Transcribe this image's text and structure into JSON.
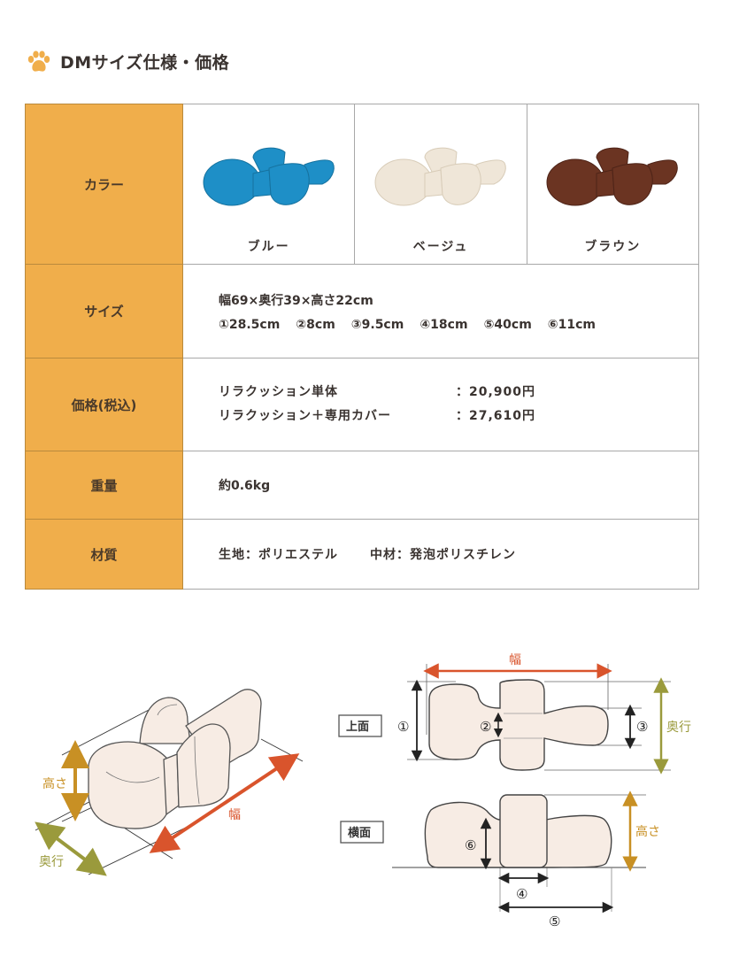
{
  "heading": {
    "icon": "paw-icon",
    "title": "DMサイズ仕様・価格"
  },
  "colors": {
    "accent": "#f0ae4b",
    "label_text": "#4a3a2a",
    "blue": "#1e8fc7",
    "beige": "#efe6d8",
    "brown": "#6b3422",
    "width_arrow": "#d9542c",
    "height_arrow": "#c89024",
    "depth_arrow": "#9a9a3c",
    "pillow_fill": "#f7ece4"
  },
  "table": {
    "rows": [
      {
        "label": "カラー",
        "variants": [
          {
            "name": "ブルー",
            "swatch": "blue"
          },
          {
            "name": "ベージュ",
            "swatch": "beige"
          },
          {
            "name": "ブラウン",
            "swatch": "brown"
          }
        ]
      },
      {
        "label": "サイズ",
        "overall": "幅69×奥行39×高さ22cm",
        "parts": [
          "①28.5cm",
          "②8cm",
          "③9.5cm",
          "④18cm",
          "⑤40cm",
          "⑥11cm"
        ]
      },
      {
        "label": "価格(税込)",
        "prices": [
          {
            "name": "リラクッション単体",
            "price": "：20,900円"
          },
          {
            "name": "リラクッション＋専用カバー",
            "price": "：27,610円"
          }
        ]
      },
      {
        "label": "重量",
        "value": "約0.6kg"
      },
      {
        "label": "材質",
        "fabric": "生地：ポリエステル",
        "filling": "中材：発泡ポリスチレン"
      }
    ]
  },
  "diagram": {
    "iso": {
      "height_label": "高さ",
      "depth_label": "奥行",
      "width_label": "幅"
    },
    "top_view": {
      "label": "上面",
      "width_label": "幅",
      "depth_label": "奥行",
      "marks": [
        "①",
        "②",
        "③"
      ]
    },
    "side_view": {
      "label": "横面",
      "height_label": "高さ",
      "marks": [
        "④",
        "⑤",
        "⑥"
      ]
    }
  }
}
